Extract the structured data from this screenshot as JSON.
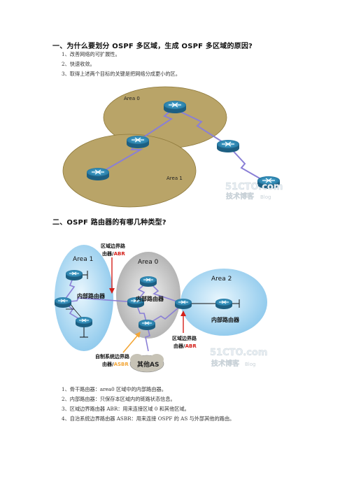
{
  "section1": {
    "title": "一、为什么要划分 OSPF 多区域，生成 OSPF 多区域的原因?",
    "items": [
      "1、改善网络的可扩展性。",
      "2、快速收敛。",
      "3、取得上述两个目标的关键是把网络分成更小的区。"
    ],
    "diagram": {
      "area0_label": "Area 0",
      "area1_label": "Area 1",
      "watermark_main": "51CTO.com",
      "watermark_sub": "技术博客",
      "watermark_blog": "Blog"
    }
  },
  "section2": {
    "title": "二、OSPF 路由器的有哪几种类型?",
    "diagram": {
      "area1_label": "Area 1",
      "area0_label": "Area 0",
      "area2_label": "Area 2",
      "abr_top_label_line1": "区域边界路",
      "abr_top_label_line2": "由器/",
      "abr_top_label_accent": "ABR",
      "internal_left": "内部路由器",
      "internal_center": "内部路由器",
      "internal_right": "内部路由器",
      "abr_bottom_label_line1": "区域边界路",
      "abr_bottom_label_line2": "由器/",
      "abr_bottom_label_accent": "ABR",
      "asbr_label_line1": "自制系统边界路",
      "asbr_label_line2": "由器/",
      "asbr_label_accent": "ASBR",
      "other_as": "其他AS",
      "watermark_main": "51CTO.com",
      "watermark_sub": "技术博客",
      "watermark_blog": "Blog"
    },
    "items": [
      "1、骨干路由器：area0 区域中的内部路由器。",
      "2、内部路由器：只保存本区域内的链路状态信息。",
      "3、区域边界路由器 ABR：用来连接区域 0 和其他区域。",
      "4、自治系统边界路由器 ASBR：用来连接 OSPF 的 AS 与外部其他的路由。"
    ]
  },
  "colors": {
    "area_fill": "#b9a468",
    "area_blue": "#9fd3f2",
    "area_gray": "#c9c9c9",
    "router_blue": "#2f7fa8",
    "link_purple": "#8a7fd6",
    "accent_red": "#d4201a",
    "accent_orange": "#f3a636"
  }
}
